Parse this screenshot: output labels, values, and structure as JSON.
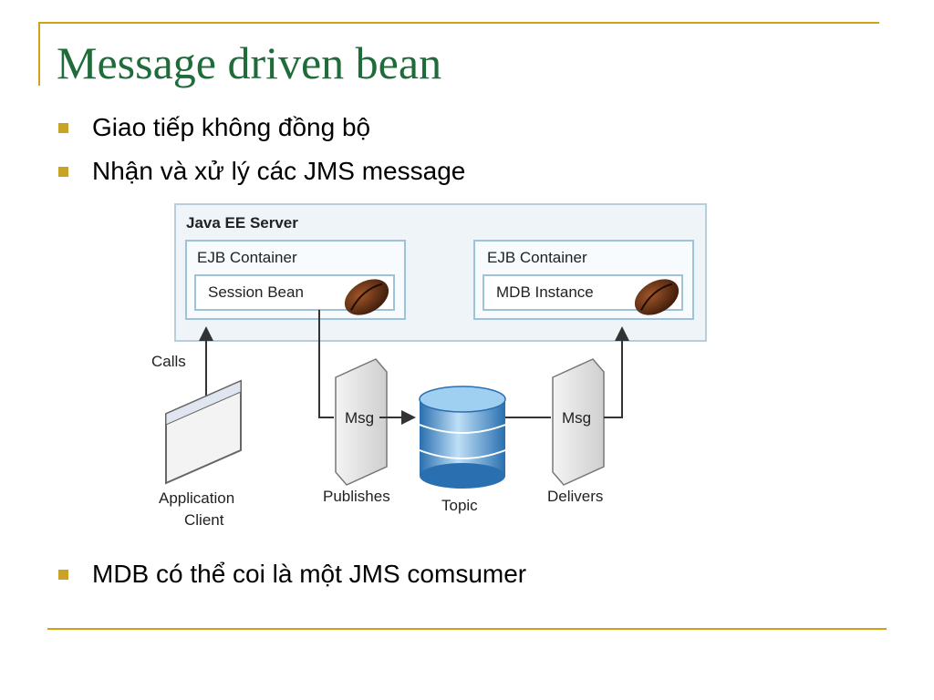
{
  "slide": {
    "title": "Message driven bean",
    "bullets": [
      "Giao tiếp không đồng bộ",
      "Nhận và xử lý các JMS message"
    ],
    "bottom_bullet": "MDB có thể coi là một JMS comsumer"
  },
  "diagram": {
    "server_label": "Java EE Server",
    "left_container_label": "EJB Container",
    "right_container_label": "EJB Container",
    "session_bean_label": "Session Bean",
    "mdb_instance_label": "MDB Instance",
    "calls_label": "Calls",
    "app_client_label_line1": "Application",
    "app_client_label_line2": "Client",
    "msg_left_label": "Msg",
    "msg_right_label": "Msg",
    "publishes_label": "Publishes",
    "topic_label": "Topic",
    "delivers_label": "Delivers"
  },
  "colors": {
    "title": "#1f6b3a",
    "bullet": "#c9a227",
    "frame": "#d4a017",
    "server_fill": "#eef4f7",
    "container_border": "#9fc3d6",
    "database_blue": "#3a8fd0"
  }
}
